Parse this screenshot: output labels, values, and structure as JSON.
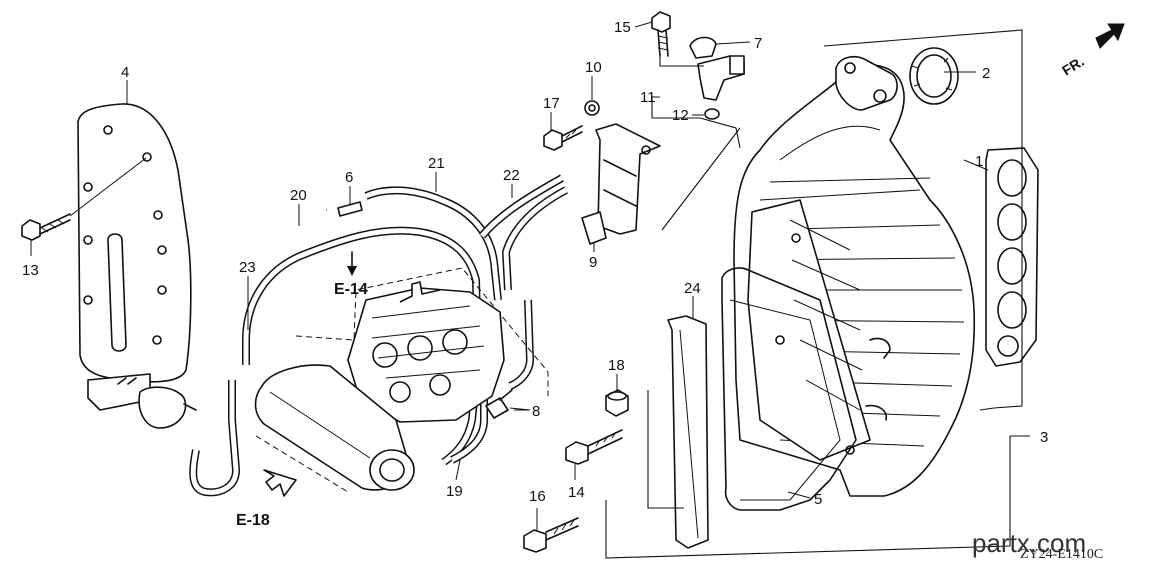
{
  "diagram": {
    "callouts": [
      "1",
      "2",
      "3",
      "4",
      "5",
      "6",
      "7",
      "8",
      "9",
      "10",
      "11",
      "12",
      "13",
      "14",
      "15",
      "16",
      "17",
      "18",
      "19",
      "20",
      "21",
      "22",
      "23",
      "24"
    ],
    "refs": [
      "E-14",
      "E-18"
    ],
    "direction_label": "FR.",
    "watermark": "partx.com",
    "diagram_code": "ZY24-E1410C"
  }
}
